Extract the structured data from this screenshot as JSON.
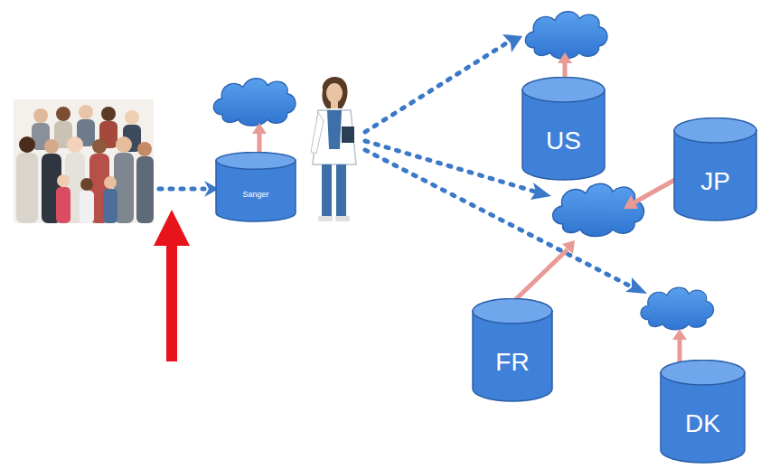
{
  "diagram": {
    "nodes": [
      {
        "text": [
          "Sanger"
        ]
      },
      {
        "text": [
          "US"
        ]
      },
      {
        "text": [
          "JP"
        ]
      },
      {
        "text": [
          "FR"
        ]
      },
      {
        "text": [
          "DK"
        ]
      }
    ]
  }
}
